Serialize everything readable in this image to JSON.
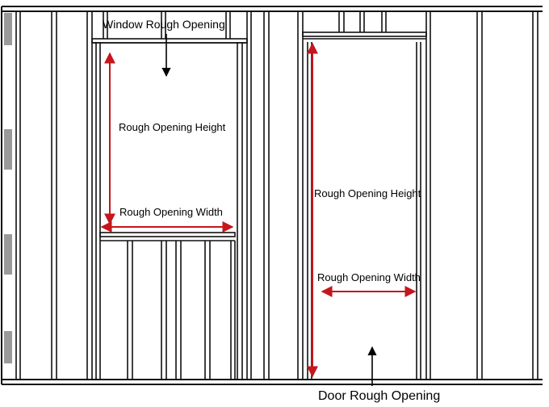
{
  "labels": {
    "window_rough_opening": "Window Rough Opening",
    "window_height": "Rough Opening Height",
    "window_width": "Rough Opening Width",
    "door_height": "Rough Opening Height",
    "door_width": "Rough Opening Width",
    "door_rough_opening": "Door Rough Opening"
  },
  "colors": {
    "dimension_arrow": "#c4161c",
    "framing_line": "#111111",
    "sheathing_gray": "#9a9a9a"
  }
}
